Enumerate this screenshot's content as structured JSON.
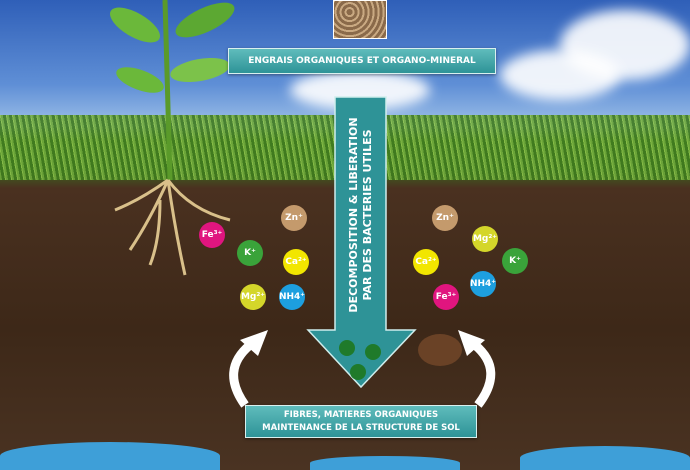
{
  "top_label": "ENGRAIS ORGANIQUES ET ORGANO-MINERAL",
  "arrow_label": [
    "DECOMPOSITION & LIBERATION",
    "PAR DES BACTERIES UTILES"
  ],
  "bottom_label": [
    "FIBRES, MATIERES ORGANIQUES",
    "MAINTENANCE DE LA STRUCTURE DE SOL"
  ],
  "ions_left": [
    {
      "label": "Fe³⁺",
      "color": "#e0157f"
    },
    {
      "label": "K⁺",
      "color": "#3aa33a"
    },
    {
      "label": "Zn⁺",
      "color": "#c49a6c"
    },
    {
      "label": "Ca²⁺",
      "color": "#f2e600"
    },
    {
      "label": "Mg²⁺",
      "color": "#d4d62a"
    },
    {
      "label": "NH4⁺",
      "color": "#1d9fdf"
    }
  ],
  "ions_right": [
    {
      "label": "Zn⁺",
      "color": "#c49a6c"
    },
    {
      "label": "Mg²⁺",
      "color": "#d4d62a"
    },
    {
      "label": "Ca²⁺",
      "color": "#f2e600"
    },
    {
      "label": "K⁺",
      "color": "#3aa33a"
    },
    {
      "label": "NH4⁺",
      "color": "#1d9fdf"
    },
    {
      "label": "Fe³⁺",
      "color": "#e0157f"
    }
  ],
  "accent": "#2e9397"
}
